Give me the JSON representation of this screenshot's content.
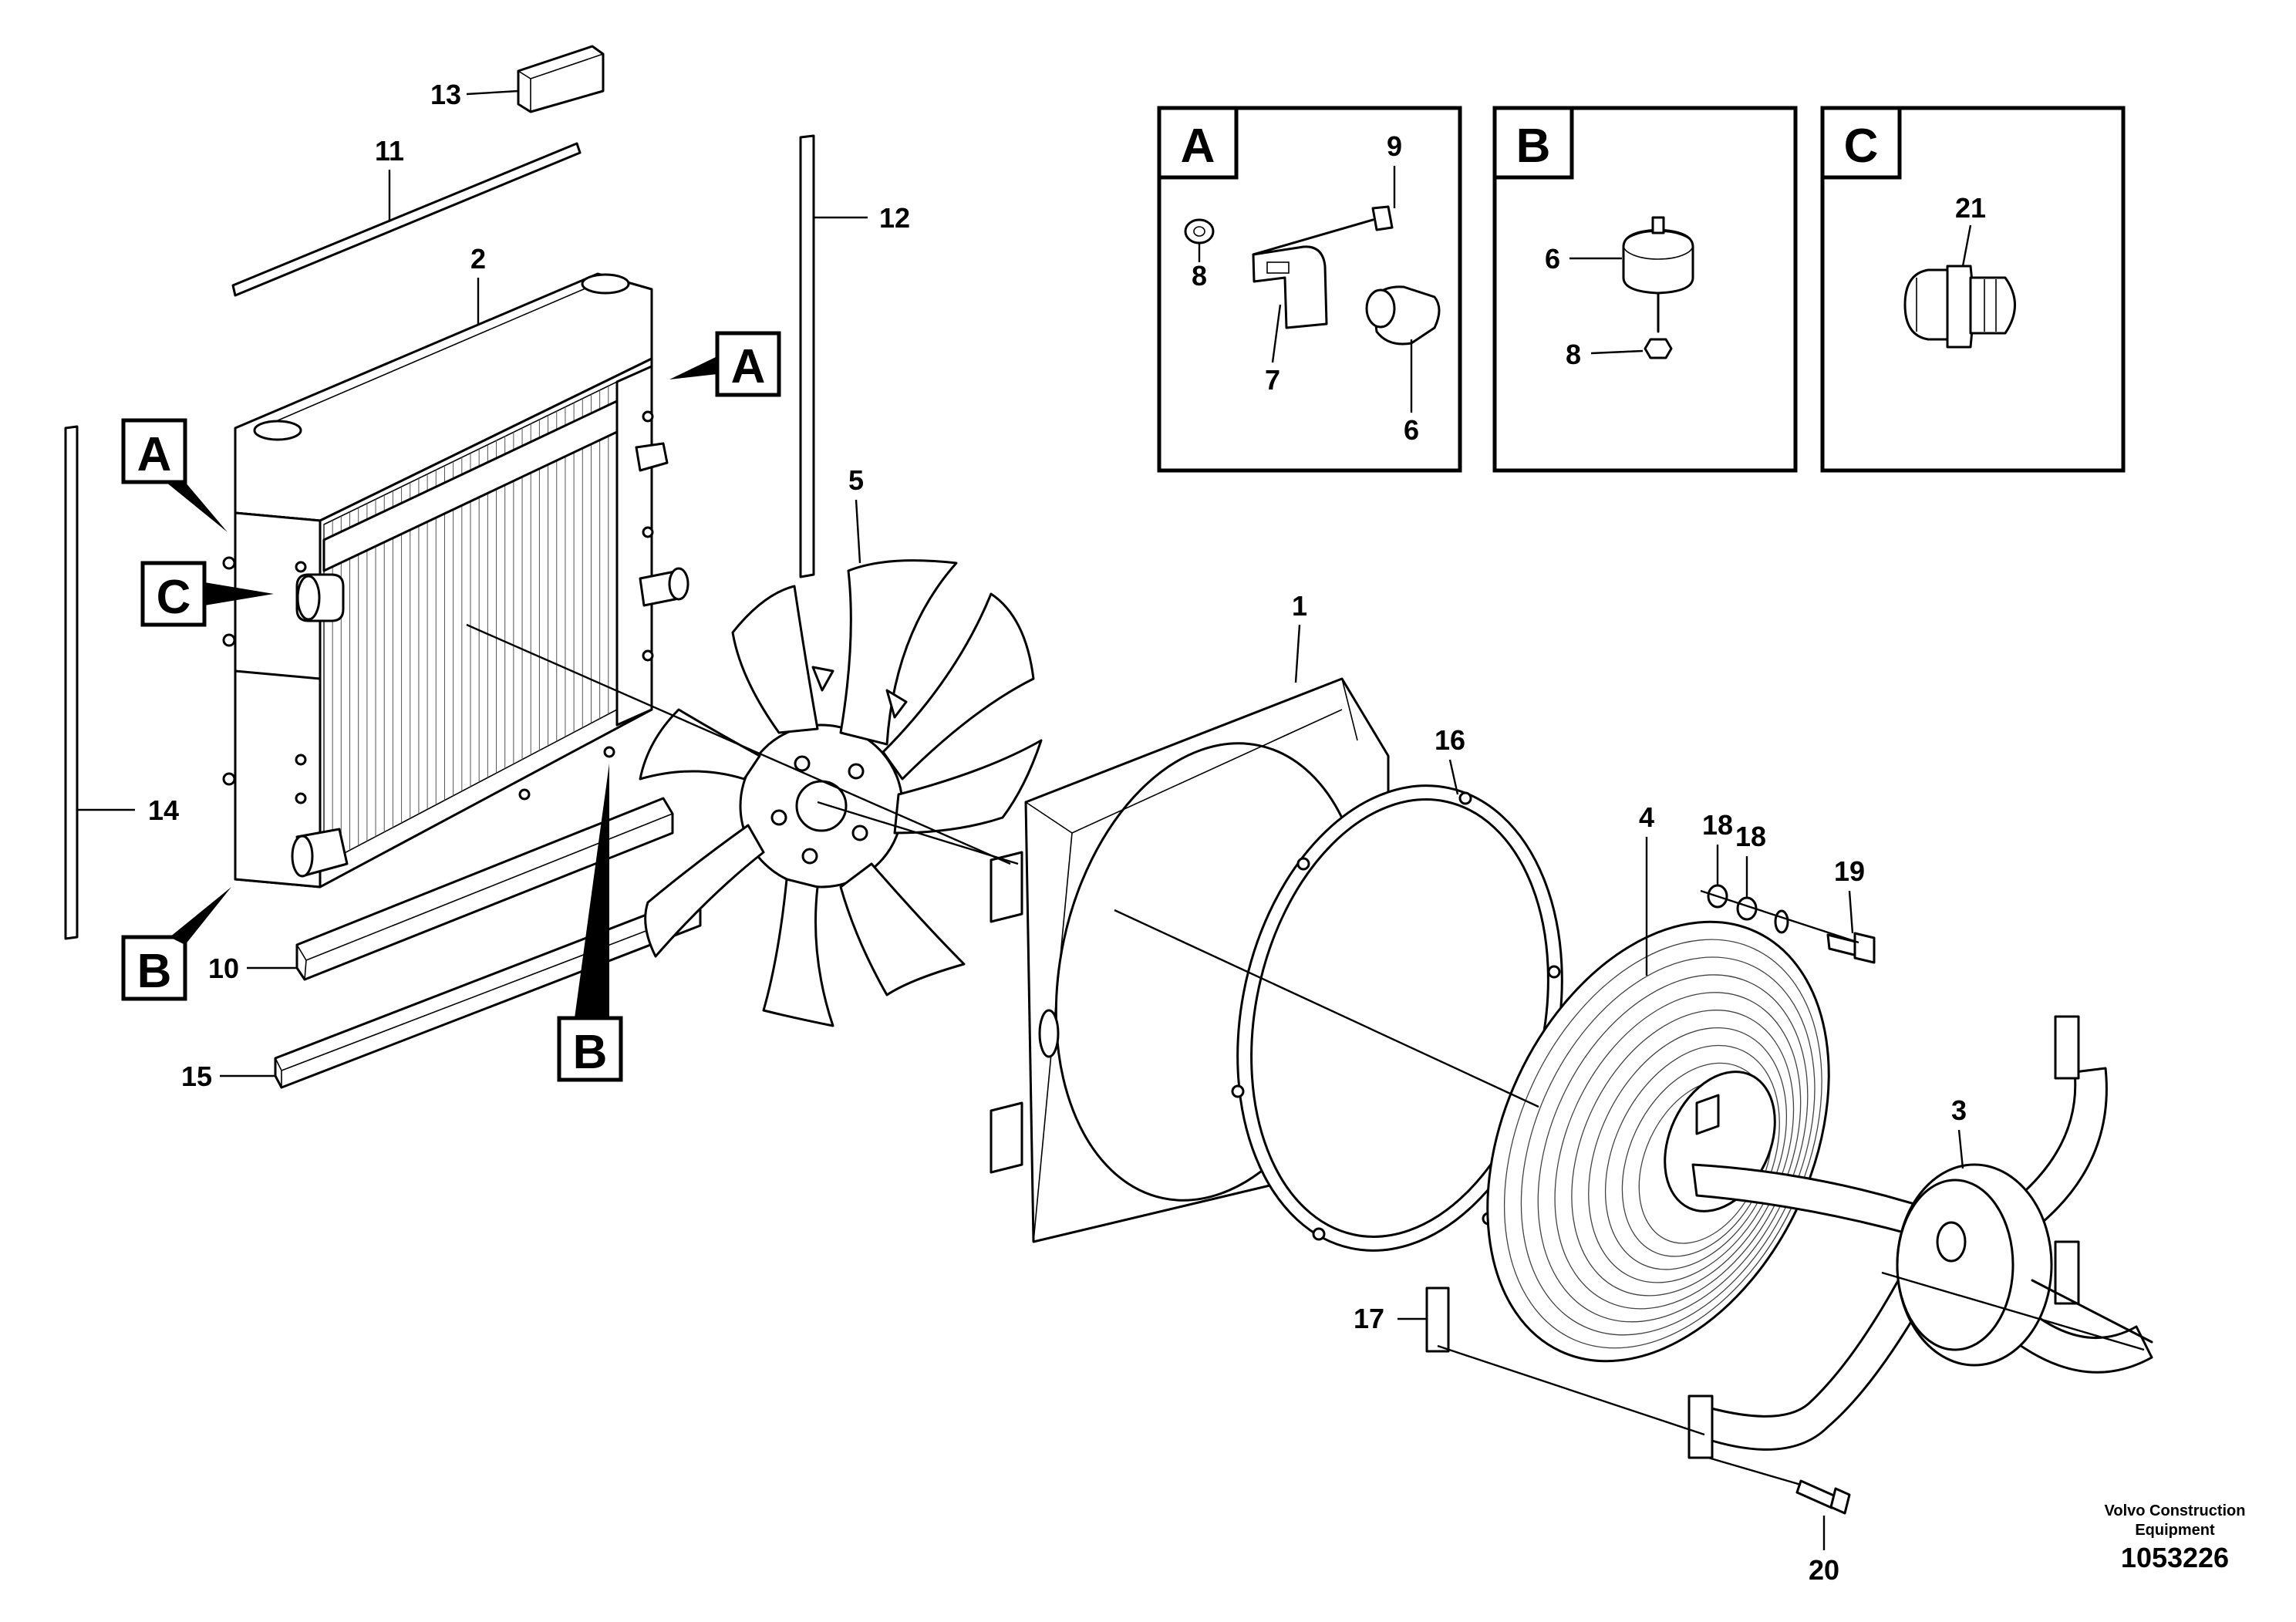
{
  "diagram": {
    "callouts": [
      "1",
      "2",
      "3",
      "4",
      "5",
      "6",
      "7",
      "8",
      "9",
      "10",
      "11",
      "12",
      "13",
      "14",
      "15",
      "16",
      "17",
      "18",
      "19",
      "20",
      "21"
    ],
    "detail_refs": {
      "A": "A",
      "B": "B",
      "C": "C"
    },
    "detail_a": {
      "letter": "A",
      "labels": {
        "p9": "9",
        "p8": "8",
        "p7": "7",
        "p6": "6"
      }
    },
    "detail_b": {
      "letter": "B",
      "labels": {
        "p6": "6",
        "p8": "8"
      }
    },
    "detail_c": {
      "letter": "C",
      "labels": {
        "p21": "21"
      }
    },
    "credit_line1": "Volvo Construction",
    "credit_line2": "Equipment",
    "document_number": "1053226"
  }
}
